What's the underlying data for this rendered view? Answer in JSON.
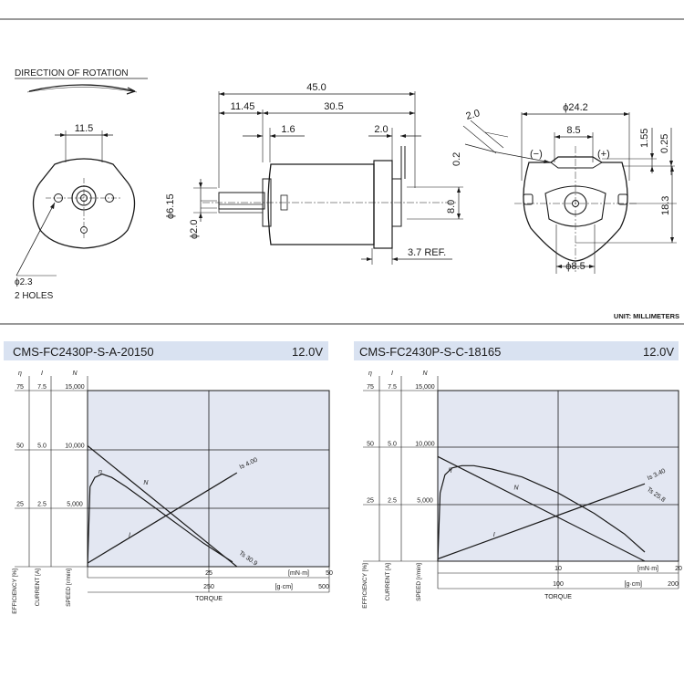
{
  "drawing": {
    "direction_label": "DIRECTION OF ROTATION",
    "hole_label_1": "ϕ2.3",
    "hole_label_2": "2 HOLES",
    "unit_label": "UNIT: MILLIMETERS",
    "front_dims": {
      "width": "11.5"
    },
    "side_dims": {
      "overall": "45.0",
      "shaft": "11.45",
      "body": "30.5",
      "collar": "1.6",
      "end": "2.0",
      "shaft_dia_1": "ϕ6.15",
      "shaft_dia_2": "ϕ2.0",
      "height": "8.0",
      "ref": "3.7 REF."
    },
    "rear_dims": {
      "diameter": "ϕ24.2",
      "terminal_spacing": "8.5",
      "terminal_width": "2.0",
      "terminal_thick": "0.2",
      "term_height": "1.55",
      "term_thick": "0.25",
      "center_height": "18.3",
      "boss_dia": "ϕ8.5",
      "minus": "(−)",
      "plus": "(+)"
    }
  },
  "chart_data": [
    {
      "type": "line",
      "title": "CMS-FC2430P-S-A-20150",
      "voltage": "12.0V",
      "xlabel": "TORQUE",
      "x_units": [
        "[mN·m]",
        "[g·cm]"
      ],
      "x_ticks_mNm": [
        "25",
        "50"
      ],
      "x_ticks_gcm": [
        "250",
        "500"
      ],
      "x_range_mNm": [
        0,
        50
      ],
      "y_axes": [
        {
          "symbol": "η",
          "label": "EFFICIENCY [%]",
          "ticks": [
            "75",
            "50",
            "25"
          ]
        },
        {
          "symbol": "I",
          "label": "CURRENT [A]",
          "ticks": [
            "7.5",
            "5.0",
            "2.5"
          ]
        },
        {
          "symbol": "N",
          "label": "SPEED [r/min]",
          "ticks": [
            "15,000",
            "10,000",
            "5,000"
          ]
        }
      ],
      "annotations": [
        "Is 4.00",
        "Ts 30.9"
      ],
      "series": [
        {
          "name": "N",
          "x": [
            0,
            30.9
          ],
          "y": [
            10300,
            0
          ]
        },
        {
          "name": "I",
          "x": [
            0,
            30.9
          ],
          "y": [
            0.15,
            4.0
          ]
        },
        {
          "name": "η",
          "x": [
            0,
            0.5,
            1.5,
            3,
            5,
            8,
            12,
            16,
            20,
            24,
            27,
            30
          ],
          "y": [
            0,
            34,
            38,
            39.5,
            38,
            34,
            28,
            22,
            16,
            10,
            6,
            2
          ]
        }
      ]
    },
    {
      "type": "line",
      "title": "CMS-FC2430P-S-C-18165",
      "voltage": "12.0V",
      "xlabel": "TORQUE",
      "x_units": [
        "[mN·m]",
        "[g·cm]"
      ],
      "x_ticks_mNm": [
        "10",
        "20"
      ],
      "x_ticks_gcm": [
        "100",
        "200"
      ],
      "x_range_mNm": [
        0,
        20
      ],
      "y_axes": [
        {
          "symbol": "η",
          "label": "EFFICIENCY [%]",
          "ticks": [
            "75",
            "50",
            "25"
          ]
        },
        {
          "symbol": "I",
          "label": "CURRENT [A]",
          "ticks": [
            "7.5",
            "5.0",
            "2.5"
          ]
        },
        {
          "symbol": "N",
          "label": "SPEED [r/min]",
          "ticks": [
            "15,000",
            "10,000",
            "5,000"
          ]
        }
      ],
      "annotations": [
        "Is 3.40",
        "Ts 25.8"
      ],
      "series": [
        {
          "name": "N",
          "x": [
            0,
            17.2
          ],
          "y": [
            9200,
            0
          ]
        },
        {
          "name": "I",
          "x": [
            0,
            17.2
          ],
          "y": [
            0.1,
            3.4
          ]
        },
        {
          "name": "η",
          "x": [
            0,
            0.2,
            0.6,
            1.2,
            2,
            3,
            4.5,
            7,
            10,
            13,
            15.5,
            17.2
          ],
          "y": [
            0,
            30,
            38,
            41,
            42,
            42,
            40.5,
            37,
            30,
            21,
            12,
            4
          ]
        }
      ]
    }
  ]
}
